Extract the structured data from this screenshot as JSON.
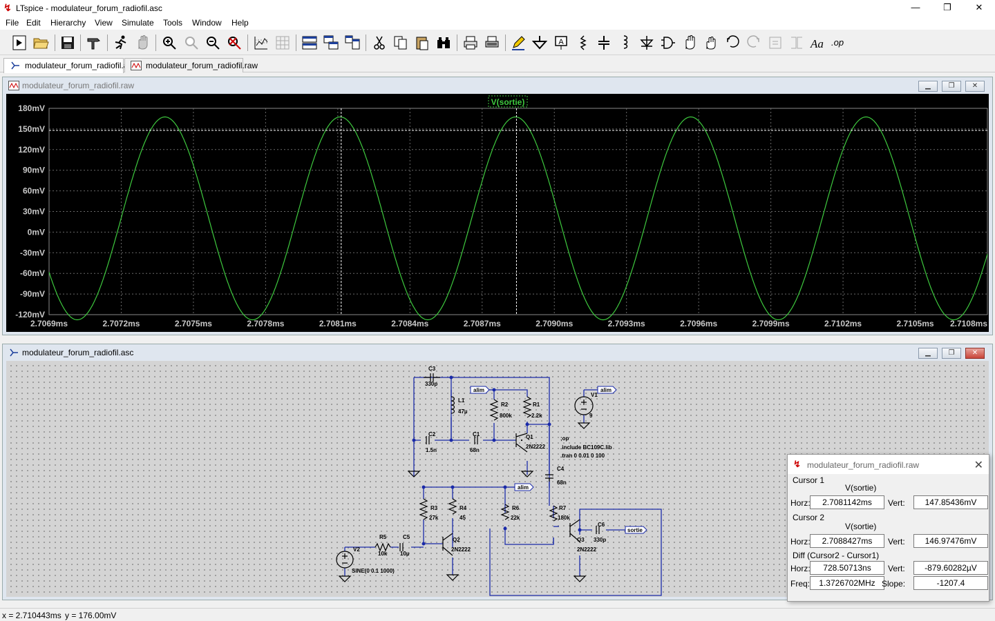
{
  "app": {
    "title": "LTspice - modulateur_forum_radiofil.asc"
  },
  "window_controls": {
    "minimize": "—",
    "maximize": "❐",
    "close": "✕"
  },
  "menu": [
    "File",
    "Edit",
    "Hierarchy",
    "View",
    "Simulate",
    "Tools",
    "Window",
    "Help"
  ],
  "tabs": [
    {
      "label": "modulateur_forum_radiofil.asc"
    },
    {
      "label": "modulateur_forum_radiofil.raw"
    }
  ],
  "plot_window": {
    "title": "modulateur_forum_radiofil.raw",
    "trace_label": "V(sortie)",
    "trace_color": "#3ec93e"
  },
  "schematic_window": {
    "title": "modulateur_forum_radiofil.asc"
  },
  "mdi_buttons": {
    "min": "▁",
    "restore": "❐",
    "close": "✕"
  },
  "chart_data": {
    "type": "line",
    "series": [
      {
        "name": "V(sortie)",
        "amplitude_mV": 147.5,
        "offset_mV": 20,
        "period_ms": 0.0007285,
        "peak_at_ms": 2.70811
      }
    ],
    "xlim": [
      2.7069,
      2.7108
    ],
    "ylim": [
      -120,
      180
    ],
    "x_ticks": [
      "2.7069ms",
      "2.7072ms",
      "2.7075ms",
      "2.7078ms",
      "2.7081ms",
      "2.7084ms",
      "2.7087ms",
      "2.7090ms",
      "2.7093ms",
      "2.7096ms",
      "2.7099ms",
      "2.7102ms",
      "2.7105ms",
      "2.7108ms"
    ],
    "y_ticks": [
      "180mV",
      "150mV",
      "120mV",
      "90mV",
      "60mV",
      "30mV",
      "0mV",
      "-30mV",
      "-60mV",
      "-90mV",
      "-120mV"
    ],
    "cursor1": {
      "x_ms": 2.7081142,
      "y_mV": 147.85436
    },
    "cursor2": {
      "x_ms": 2.7088427,
      "y_mV": 146.97476
    },
    "grid": true
  },
  "schematic": {
    "labels": {
      "C3": "C3",
      "C3v": "330p",
      "L1": "L1",
      "L1v": "47µ",
      "R2": "R2",
      "R2v": "800k",
      "R1": "R1",
      "R1v": "2.2k",
      "V1": "V1",
      "V1v": "9",
      "C2": "C2",
      "C2v": "1.5n",
      "C1": "C1",
      "C1v": "68n",
      "Q1": "Q1",
      "Q1m": "2N2222",
      "C4": "C4",
      "C4v": "68n",
      "R3": "R3",
      "R3v": "27k",
      "R4": "R4",
      "R4v": "45",
      "R6": "R6",
      "R6v": "22k",
      "R7": "R7",
      "R7v": "180k",
      "V2": "V2",
      "V2v": "SINE(0 0.1 1000)",
      "R5": "R5",
      "R5v": "10k",
      "C5": "C5",
      "C5v": "10µ",
      "Q2": "Q2",
      "Q2m": "2N2222",
      "Q3": "Q3",
      "Q3m": "2N2222",
      "C6": "C6",
      "C6v": "330p"
    },
    "directives": [
      ";op",
      ".include BC109C.lib",
      ".tran 0 0.01 0 100"
    ],
    "net_alim": "alim",
    "net_sortie": "sortie"
  },
  "cursor_dialog": {
    "title": "modulateur_forum_radiofil.raw",
    "close": "✕",
    "cursor1_label": "Cursor 1",
    "cursor1_trace": "V(sortie)",
    "cursor1_horz": "2.7081142ms",
    "cursor1_vert": "147.85436mV",
    "cursor2_label": "Cursor 2",
    "cursor2_trace": "V(sortie)",
    "cursor2_horz": "2.7088427ms",
    "cursor2_vert": "146.97476mV",
    "diff_label": "Diff (Cursor2 - Cursor1)",
    "diff_horz": "728.50713ns",
    "diff_vert": "-879.60282µV",
    "freq": "1.3726702MHz",
    "slope": "-1207.4",
    "horz_label": "Horz:",
    "vert_label": "Vert:",
    "freq_label": "Freq:",
    "slope_label": "Slope:"
  },
  "status": {
    "x": "x = 2.710443ms",
    "y": "y = 176.00mV"
  }
}
